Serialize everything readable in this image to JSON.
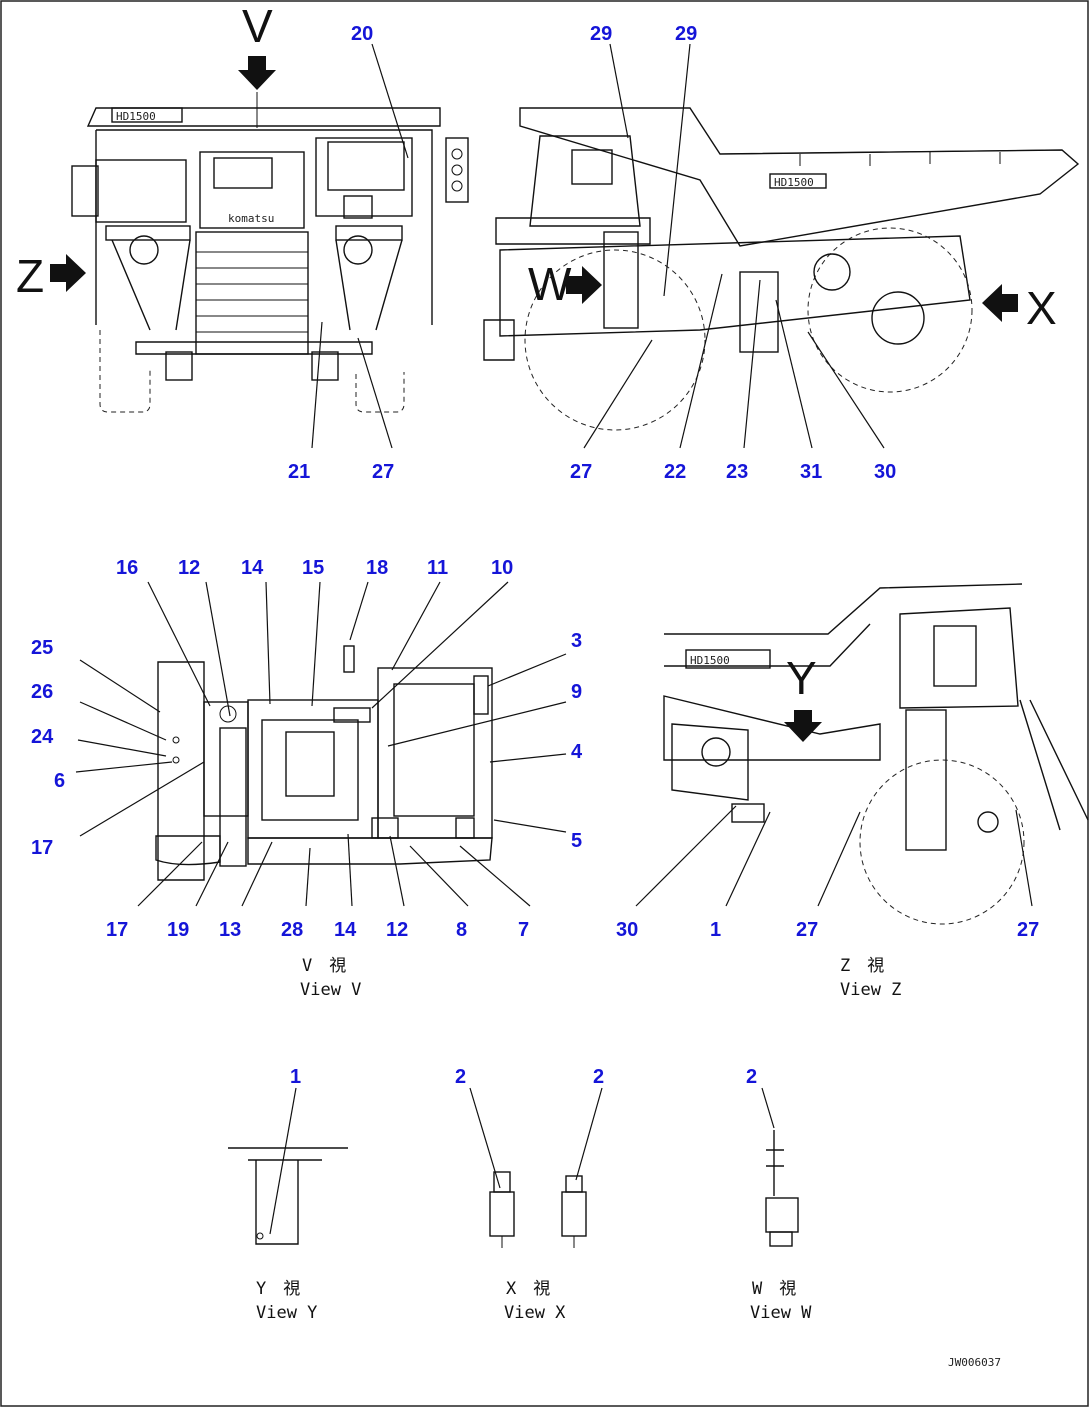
{
  "diagram": {
    "document_id": "JW006037",
    "top_front": {
      "view_letters": {
        "v": "V",
        "z": "Z"
      },
      "callouts": [
        "20",
        "21",
        "27"
      ],
      "nameplate": "HD1500"
    },
    "top_side": {
      "view_letters": {
        "w": "W",
        "x": "X"
      },
      "callouts": [
        "29",
        "29",
        "27",
        "22",
        "23",
        "31",
        "30"
      ],
      "nameplate": "HD1500"
    },
    "view_v": {
      "caption_jp": "V　視",
      "caption_en": "View V",
      "callouts_top": [
        "16",
        "12",
        "14",
        "15",
        "18",
        "11",
        "10"
      ],
      "callouts_left": [
        "25",
        "26",
        "24",
        "6",
        "17"
      ],
      "callouts_right": [
        "3",
        "9",
        "4",
        "5"
      ],
      "callouts_bottom": [
        "17",
        "19",
        "13",
        "28",
        "14",
        "12",
        "8",
        "7"
      ]
    },
    "view_z": {
      "view_letter": "Y",
      "caption_jp": "Z　視",
      "caption_en": "View Z",
      "callouts_bottom": [
        "30",
        "1",
        "27",
        "27"
      ],
      "nameplate": "HD1500"
    },
    "view_y": {
      "caption_jp": "Y　視",
      "caption_en": "View Y",
      "callouts": [
        "1"
      ]
    },
    "view_x": {
      "caption_jp": "X　視",
      "caption_en": "View X",
      "callouts": [
        "2",
        "2"
      ]
    },
    "view_w": {
      "caption_jp": "W　視",
      "caption_en": "View W",
      "callouts": [
        "2"
      ]
    }
  }
}
